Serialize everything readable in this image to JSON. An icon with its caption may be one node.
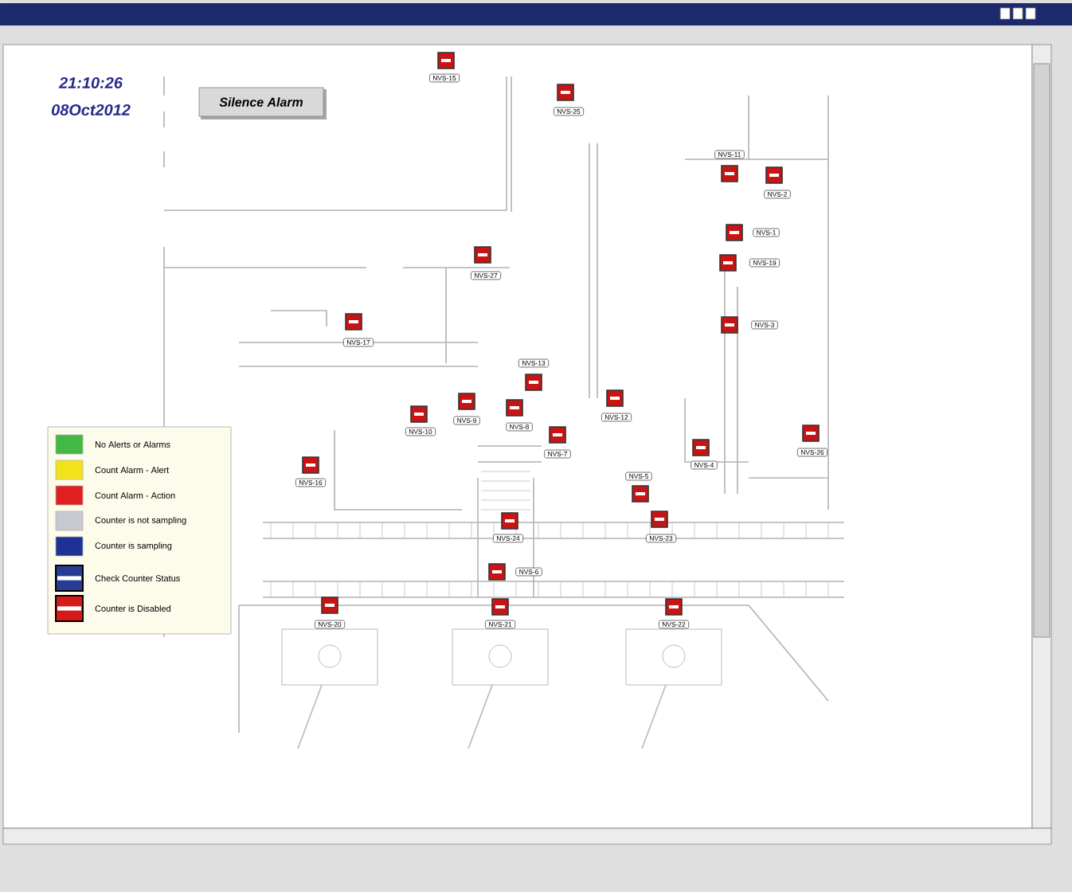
{
  "diagram": {
    "nodes": [
      {
        "text": [
          "Silence Alarm"
        ]
      },
      {
        "text": [
          "NVS-15"
        ]
      },
      {
        "text": [
          "NVS-25"
        ]
      },
      {
        "text": [
          "NVS-11"
        ]
      },
      {
        "text": [
          "NVS-2"
        ]
      },
      {
        "text": [
          "NVS-1"
        ]
      },
      {
        "text": [
          "NVS-19"
        ]
      },
      {
        "text": [
          "NVS-27"
        ]
      },
      {
        "text": [
          "NVS-3"
        ]
      },
      {
        "text": [
          "NVS-17"
        ]
      },
      {
        "text": [
          "NVS-13"
        ]
      },
      {
        "text": [
          "NVS-9"
        ]
      },
      {
        "text": [
          "NVS-12"
        ]
      },
      {
        "text": [
          "NVS-10"
        ]
      },
      {
        "text": [
          "NVS-8"
        ]
      },
      {
        "text": [
          "NVS-26"
        ]
      },
      {
        "text": [
          "NVS-7"
        ]
      },
      {
        "text": [
          "NVS-4"
        ]
      },
      {
        "text": [
          "NVS-5"
        ]
      },
      {
        "text": [
          "NVS-16"
        ]
      },
      {
        "text": [
          "NVS-23"
        ]
      },
      {
        "text": [
          "NVS-24"
        ]
      },
      {
        "text": [
          "NVS-6"
        ]
      },
      {
        "text": [
          "NVS-20"
        ]
      },
      {
        "text": [
          "NVS-21"
        ]
      },
      {
        "text": [
          "NVS-22"
        ]
      }
    ],
    "labels": [
      "21:10:26",
      "08Oct2012"
    ],
    "legend": [
      {
        "text": "No Alerts or Alarms",
        "color": "#44b844"
      },
      {
        "text": "Count Alarm - Alert",
        "color": "#f2e21a"
      },
      {
        "text": "Count Alarm - Action",
        "color": "#e02020"
      },
      {
        "text": "Counter is not sampling",
        "color": "#c8c8d0"
      },
      {
        "text": "Counter is sampling",
        "color": "#1e3296"
      },
      {
        "text": "Check Counter Status"
      },
      {
        "text": "Counter is Disabled"
      }
    ]
  }
}
